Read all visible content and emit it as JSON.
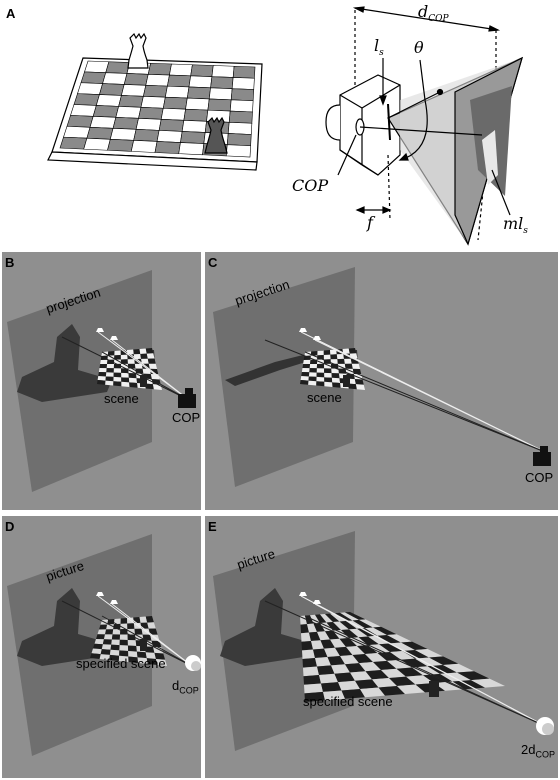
{
  "panels": {
    "a": {
      "label": "A",
      "d_cop_base": "d",
      "d_cop_sub": "COP",
      "ls_base": "l",
      "ls_sub": "s",
      "theta": "θ",
      "cop": "COP",
      "f": "f",
      "mls_base": "ml",
      "mls_sub": "s"
    },
    "b": {
      "label": "B",
      "plane_label": "projection",
      "scene_label": "scene",
      "cop_label": "COP"
    },
    "c": {
      "label": "C",
      "plane_label": "projection",
      "scene_label": "scene",
      "cop_label": "COP"
    },
    "d": {
      "label": "D",
      "plane_label": "picture",
      "scene_label": "specified scene",
      "cop_base": "d",
      "cop_sub": "COP"
    },
    "e": {
      "label": "E",
      "plane_label": "picture",
      "scene_label": "specified scene",
      "cop_base": "2d",
      "cop_sub": "COP"
    }
  },
  "colors": {
    "panel_bg": "#8f8f8f",
    "plane": "#6e6e6e",
    "dark_square": "#1e1e1e",
    "light_square": "#f0f0f0"
  }
}
